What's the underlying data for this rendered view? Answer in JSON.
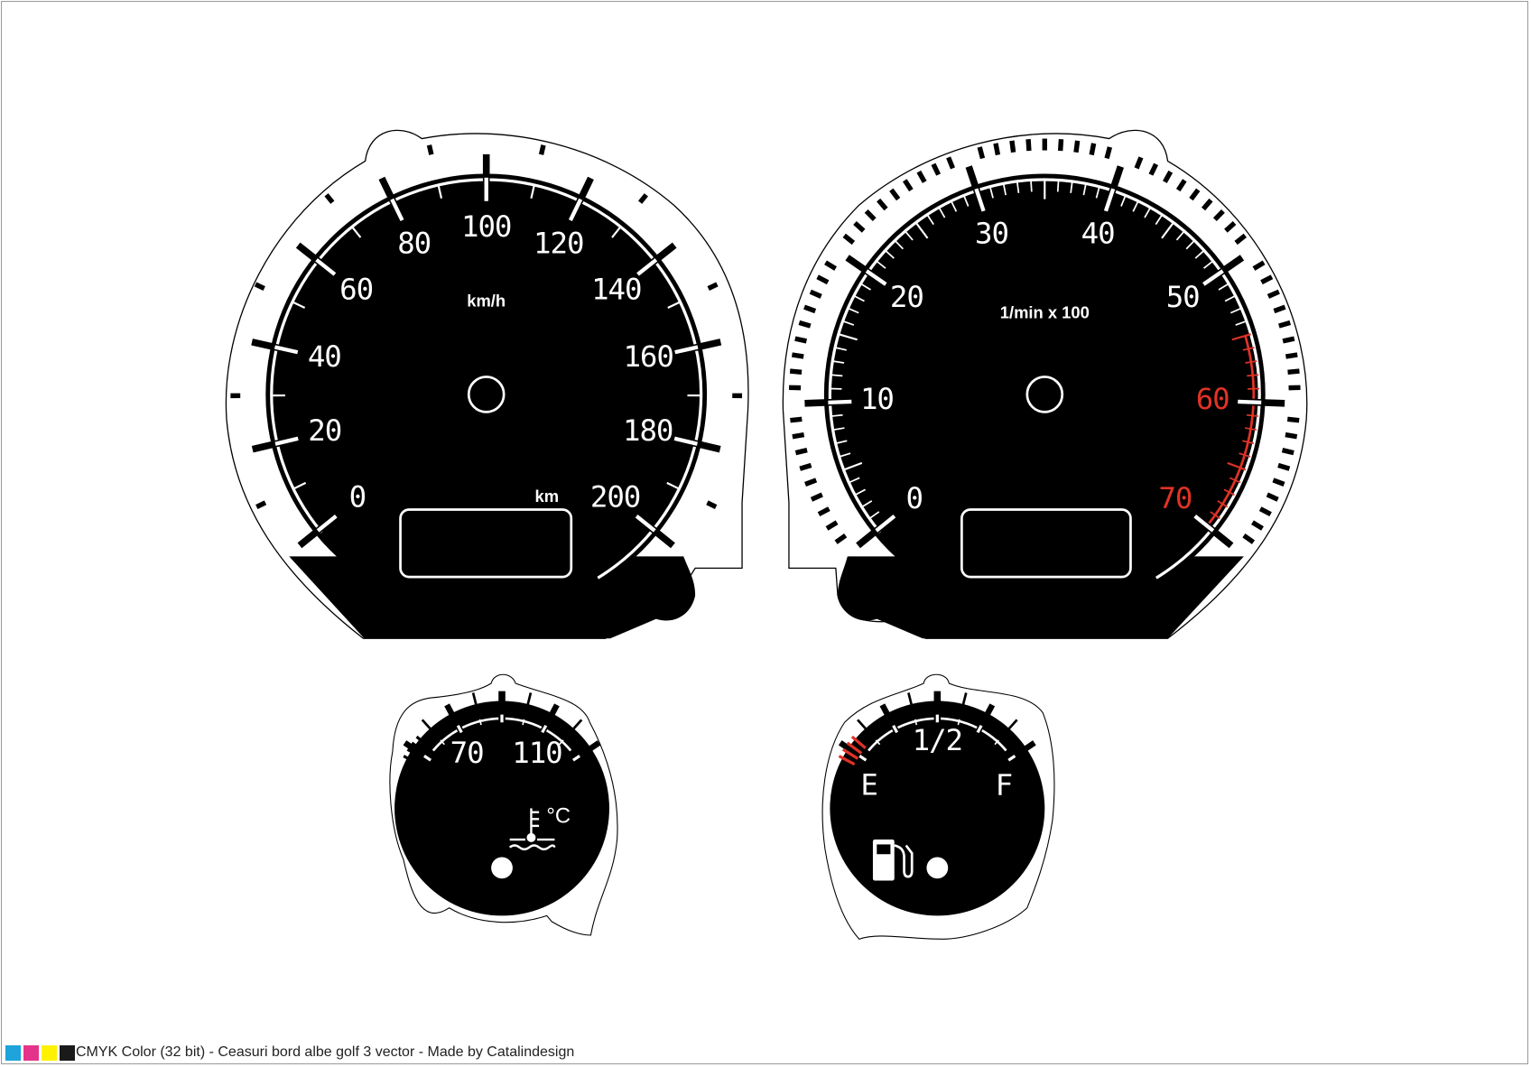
{
  "footer": {
    "text": "CMYK Color (32 bit) - Ceasuri bord albe golf 3 vector - Made by Catalindesign",
    "swatches": [
      "#1ea3db",
      "#e5338a",
      "#fff200",
      "#1a1a1a"
    ]
  },
  "speedometer": {
    "unit": "km/h",
    "odometer_label": "km",
    "min": 0,
    "max": 200,
    "labels": [
      "0",
      "20",
      "40",
      "60",
      "80",
      "100",
      "120",
      "140",
      "160",
      "180",
      "200"
    ]
  },
  "tachometer": {
    "unit": "1/min x 100",
    "min": 0,
    "max": 70,
    "redline_start": 55,
    "labels": [
      "0",
      "10",
      "20",
      "30",
      "40",
      "50",
      "60",
      "70"
    ],
    "red_labels": [
      "60",
      "70"
    ],
    "red_color": "#e03326"
  },
  "temperature_gauge": {
    "labels": [
      "70",
      "110"
    ],
    "unit": "°C",
    "icon": "coolant-temperature-icon"
  },
  "fuel_gauge": {
    "labels": [
      "E",
      "1/2",
      "F"
    ],
    "icon": "fuel-pump-icon",
    "reserve_color": "#e03326"
  }
}
